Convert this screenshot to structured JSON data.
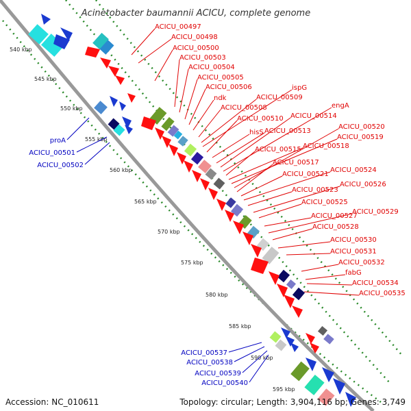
{
  "title": "Acinetobacter baumannii ACICU, complete genome",
  "accession": "Accession: NC_010611",
  "topology": "Topology: circular; Length: 3,904,116 bp; Genes: 3,749",
  "colors": {
    "forward_label": "#e00000",
    "reverse_label": "#0000c0",
    "backbone": "#999999",
    "tick_dots": "#2a8a2a"
  },
  "kbp_labels": [
    "540 kbp",
    "545 kbp",
    "550 kbp",
    "555 kbp",
    "560 kbp",
    "565 kbp",
    "570 kbp",
    "575 kbp",
    "580 kbp",
    "585 kbp",
    "590 kbp",
    "595 kbp"
  ],
  "forward_genes": [
    "ACICU_00497",
    "ACICU_00498",
    "ACICU_00500",
    "ACICU_00503",
    "ACICU_00504",
    "ACICU_00505",
    "ACICU_00506",
    "ndk",
    "ACICU_00508",
    "ACICU_00509",
    "ispG",
    "ACICU_00510",
    "hisS",
    "ACICU_00513",
    "ACICU_00514",
    "engA",
    "ACICU_00515",
    "ACICU_00518",
    "ACICU_00519",
    "ACICU_00520",
    "ACICU_00517",
    "ACICU_00521",
    "ACICU_00524",
    "ACICU_00523",
    "ACICU_00526",
    "ACICU_00525",
    "ACICU_00527",
    "ACICU_00529",
    "ACICU_00528",
    "ACICU_00530",
    "ACICU_00531",
    "ACICU_00532",
    "fabG",
    "ACICU_00534",
    "ACICU_00535"
  ],
  "reverse_genes": [
    "proA",
    "ACICU_00501",
    "ACICU_00502",
    "ACICU_00537",
    "ACICU_00538",
    "ACICU_00539",
    "ACICU_00540"
  ]
}
